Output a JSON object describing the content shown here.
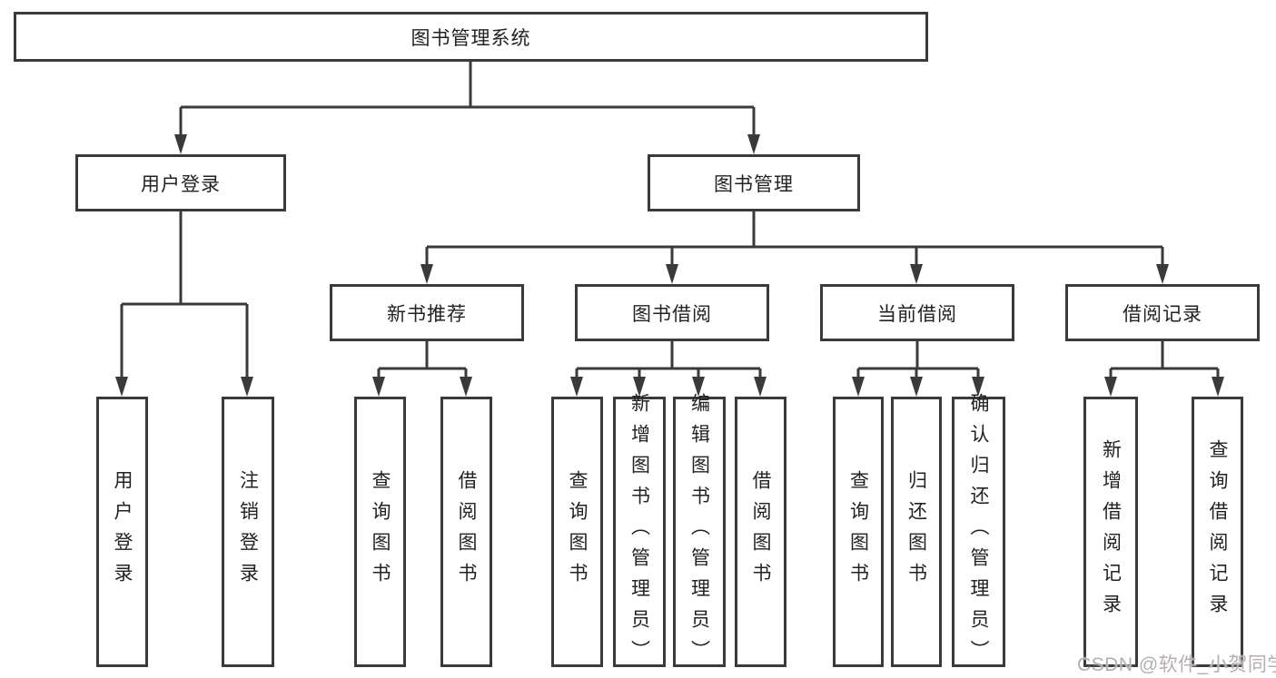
{
  "tree": {
    "root": {
      "label": "图书管理系统"
    },
    "level2": [
      {
        "label": "用户登录"
      },
      {
        "label": "图书管理"
      }
    ],
    "level3": [
      {
        "label": "新书推荐"
      },
      {
        "label": "图书借阅"
      },
      {
        "label": "当前借阅"
      },
      {
        "label": "借阅记录"
      }
    ],
    "leaves_login": [
      {
        "label": "用户登录"
      },
      {
        "label": "注销登录"
      }
    ],
    "leaves_recommend": [
      {
        "label": "查询图书"
      },
      {
        "label": "借阅图书"
      }
    ],
    "leaves_borrow": [
      {
        "label": "查询图书"
      },
      {
        "label": "新增图书（管理员）"
      },
      {
        "label": "编辑图书（管理员）"
      },
      {
        "label": "借阅图书"
      }
    ],
    "leaves_current": [
      {
        "label": "查询图书"
      },
      {
        "label": "归还图书"
      },
      {
        "label": "确认归还（管理员）"
      }
    ],
    "leaves_records": [
      {
        "label": "新增借阅记录"
      },
      {
        "label": "查询借阅记录"
      }
    ]
  },
  "watermark": {
    "text": "CSDN @软件_小贺同学"
  },
  "colors": {
    "line": "#3a3a3a",
    "text": "#222222",
    "watermark": "#b5aeae",
    "background": "#ffffff"
  }
}
